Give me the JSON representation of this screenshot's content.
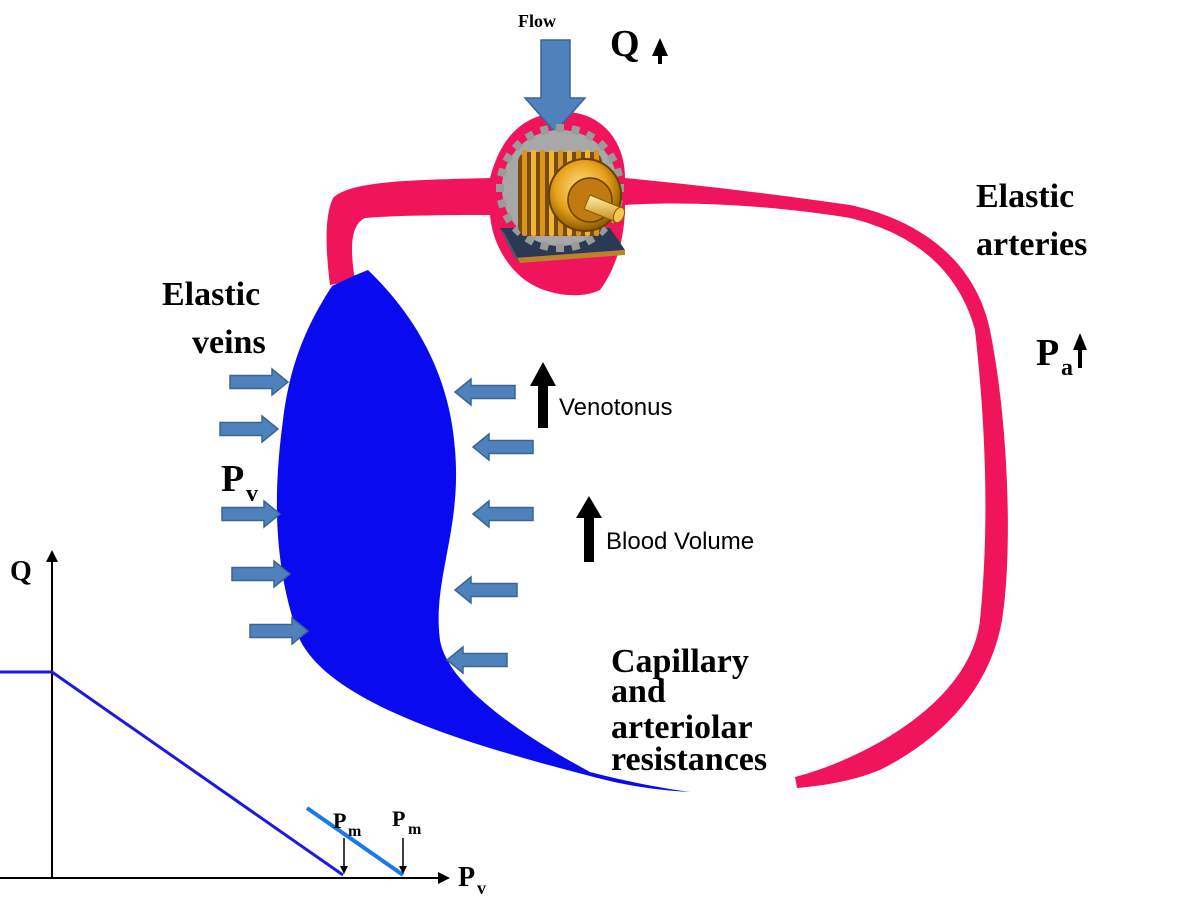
{
  "colors": {
    "artery": "#f0145a",
    "vein": "#0a0af0",
    "pressure_arrow": "#4f81bd",
    "pressure_arrow_edge": "#3a6493",
    "curve_baseline": "#1a1ae0",
    "curve_shifted": "#1a78e8",
    "motor_gold": "#e8a21a",
    "motor_gear": "#9a9a9a"
  },
  "labels": {
    "flow": "Flow",
    "q": "Q",
    "elastic_arteries_line1": "Elastic",
    "elastic_arteries_line2": "arteries",
    "pa_main": "P",
    "pa_sub": "a",
    "elastic_veins_line1": "Elastic",
    "elastic_veins_line2": "veins",
    "pv_main": "P",
    "pv_sub": "v",
    "venotonus": "Venotonus",
    "blood_volume": "Blood Volume",
    "capillary_line1": "Capillary",
    "capillary_line2": "and",
    "capillary_line3": "arteriolar",
    "capillary_line4": "resistances"
  },
  "graph": {
    "y_axis_label": "Q",
    "x_axis_label_main": "P",
    "x_axis_label_sub": "v",
    "pm_main": "P",
    "pm_sub": "m",
    "pm2_main": "P",
    "pm2_sub": "m"
  },
  "icons": {
    "up_arrow": "up-arrow-icon",
    "motor": "motor-icon"
  }
}
